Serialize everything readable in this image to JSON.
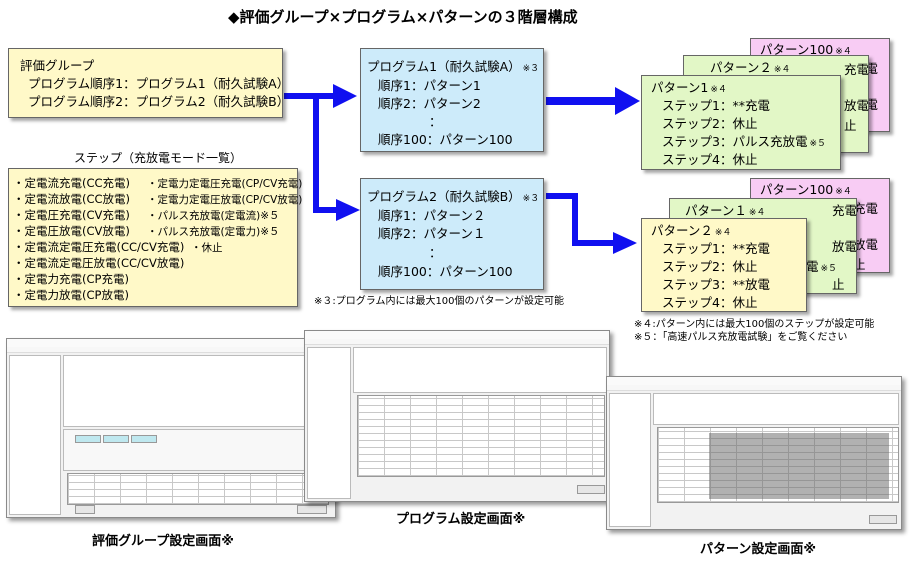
{
  "title": "◆評価グループ×プログラム×パターンの３階層構成",
  "eval_group": {
    "title": "評価グループ",
    "lines": [
      "プログラム順序1：プログラム1（耐久試験A）",
      "プログラム順序2：プログラム2（耐久試験B）"
    ]
  },
  "steps_list": {
    "heading": "ステップ（充放電モード一覧）",
    "col1": [
      "・定電流充電(CC充電)",
      "・定電流放電(CC放電)",
      "・定電圧充電(CV充電)",
      "・定電圧放電(CV放電)",
      "・定電流定電圧充電(CC/CV充電)",
      "・定電流定電圧放電(CC/CV放電)",
      "・定電力充電(CP充電)",
      "・定電力放電(CP放電)"
    ],
    "col2": [
      "・定電力定電圧充電(CP/CV充電)",
      "・定電力定電圧放電(CP/CV放電)",
      "・パルス充放電(定電流)※５",
      "・パルス充放電(定電力)※５"
    ],
    "rest": "・休止"
  },
  "program1": {
    "title": "プログラム1（耐久試験A）",
    "note": "※３",
    "lines": [
      "順序1：パターン1",
      "順序2：パターン2",
      "：",
      "順序100：パターン100"
    ]
  },
  "program2": {
    "title": "プログラム2（耐久試験B）",
    "note": "※３",
    "lines": [
      "順序1：パターン２",
      "順序2：パターン１",
      "：",
      "順序100：パターン100"
    ]
  },
  "note3": "※３:プログラム内には最大100個のパターンが設定可能",
  "top_patterns": {
    "back_title": "パターン100",
    "back_note": "※４",
    "back_lines": [
      "充電",
      "放電",
      "止"
    ],
    "mid_title": "パターン２",
    "mid_note": "※４",
    "mid_lines": [
      "充電",
      "放電",
      "止"
    ],
    "front_title": "パターン1",
    "front_note": "※４",
    "front_lines": [
      "ステップ1：**充電",
      "ステップ2：休止",
      "ステップ3：パルス充放電",
      "ステップ4：休止"
    ],
    "front_line3_note": "※５"
  },
  "bottom_patterns": {
    "back_title": "パターン100",
    "back_note": "※４",
    "back_lines": [
      "充電",
      "放電",
      "止"
    ],
    "mid_title": "パターン１",
    "mid_note": "※４",
    "mid_lines": [
      "充電",
      "放電",
      "電",
      "止"
    ],
    "mid_line3_note": "※５",
    "front_title": "パターン２",
    "front_note": "※４",
    "front_lines": [
      "ステップ1：**充電",
      "ステップ2：休止",
      "ステップ3：**放電",
      "ステップ4：休止"
    ]
  },
  "note4": "※４:パターン内には最大100個のステップが設定可能",
  "note5": "※５：「高速パルス充放電試験」をご覧ください",
  "captions": {
    "eval_group_screen": "評価グループ設定画面※",
    "program_screen": "プログラム設定画面※",
    "pattern_screen": "パターン設定画面※"
  },
  "colors": {
    "yellow": "#FFF9C8",
    "blue": "#CDEBFA",
    "green": "#E2F7C6",
    "pink": "#F8CCF4",
    "arrow": "#1010F0"
  }
}
